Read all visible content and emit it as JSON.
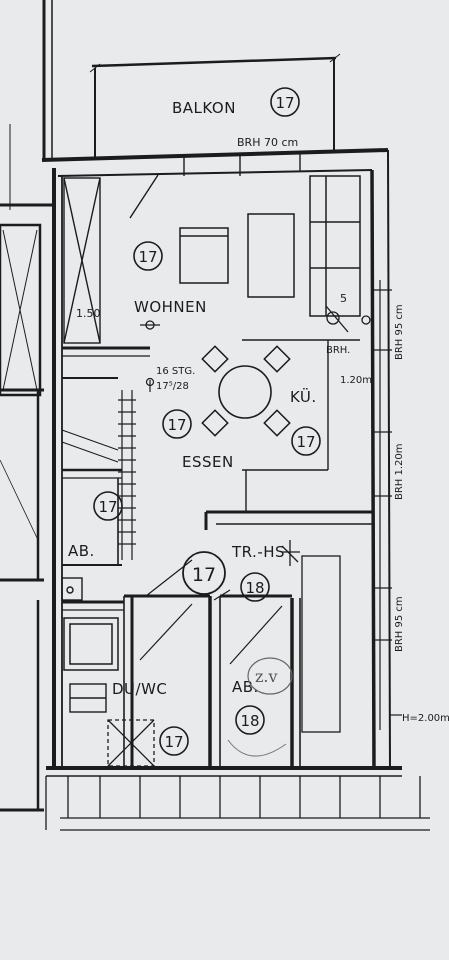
{
  "rooms": {
    "balkon": "BALKON",
    "wohnen": "WOHNEN",
    "kueche": "KÜ.",
    "essen": "ESSEN",
    "ab_upper": "AB.",
    "tr_hs": "TR.-HS",
    "du_wc": "DU/WC",
    "ab_lower": "AB."
  },
  "room_numbers": {
    "balkon": "17",
    "wohnen": "17",
    "essen": "17",
    "kueche": "17",
    "ab_upper": "17",
    "flur": "17",
    "tr_hs": "18",
    "ab_lower": "18",
    "du_wc": "17"
  },
  "annotations": {
    "brh_balkon": "BRH 70 cm",
    "dim_150": "1.50",
    "stairs_count": "16 STG.",
    "stairs_ratio": "17⁵/28",
    "brh_right_top": "BRH 95 cm",
    "brh_small": "BRH.",
    "dim_120m": "1.20m",
    "brh_right_mid": "BRH 1.20m",
    "brh_right_low": "BRH 95 cm",
    "h_200": "H=2.00m",
    "chimney_num": "5"
  },
  "handwriting": {
    "mark": "z.v"
  },
  "colors": {
    "paper": "#e9eaec",
    "ink": "#1c1c1c",
    "pencil": "#666666"
  }
}
